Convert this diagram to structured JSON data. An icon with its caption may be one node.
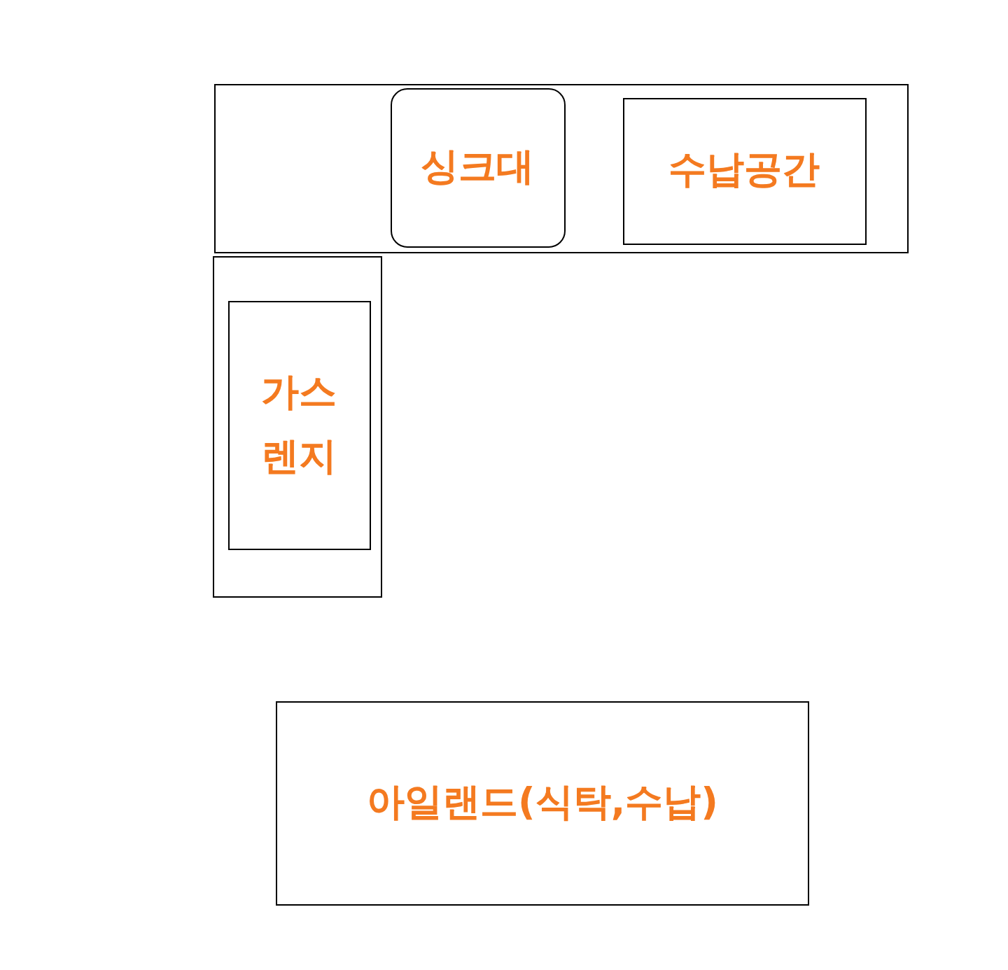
{
  "diagram": {
    "nodes": [
      {
        "text": [],
        "shape": "box"
      },
      {
        "text": [
          "싱크대"
        ],
        "in": 0
      },
      {
        "text": [
          "수납공간"
        ],
        "in": 0
      },
      {
        "text": [],
        "shape": "box"
      },
      {
        "text": [
          "가스 렌지"
        ],
        "in": 3
      },
      {
        "text": [
          "아일랜드(식탁,수납)"
        ]
      }
    ]
  }
}
